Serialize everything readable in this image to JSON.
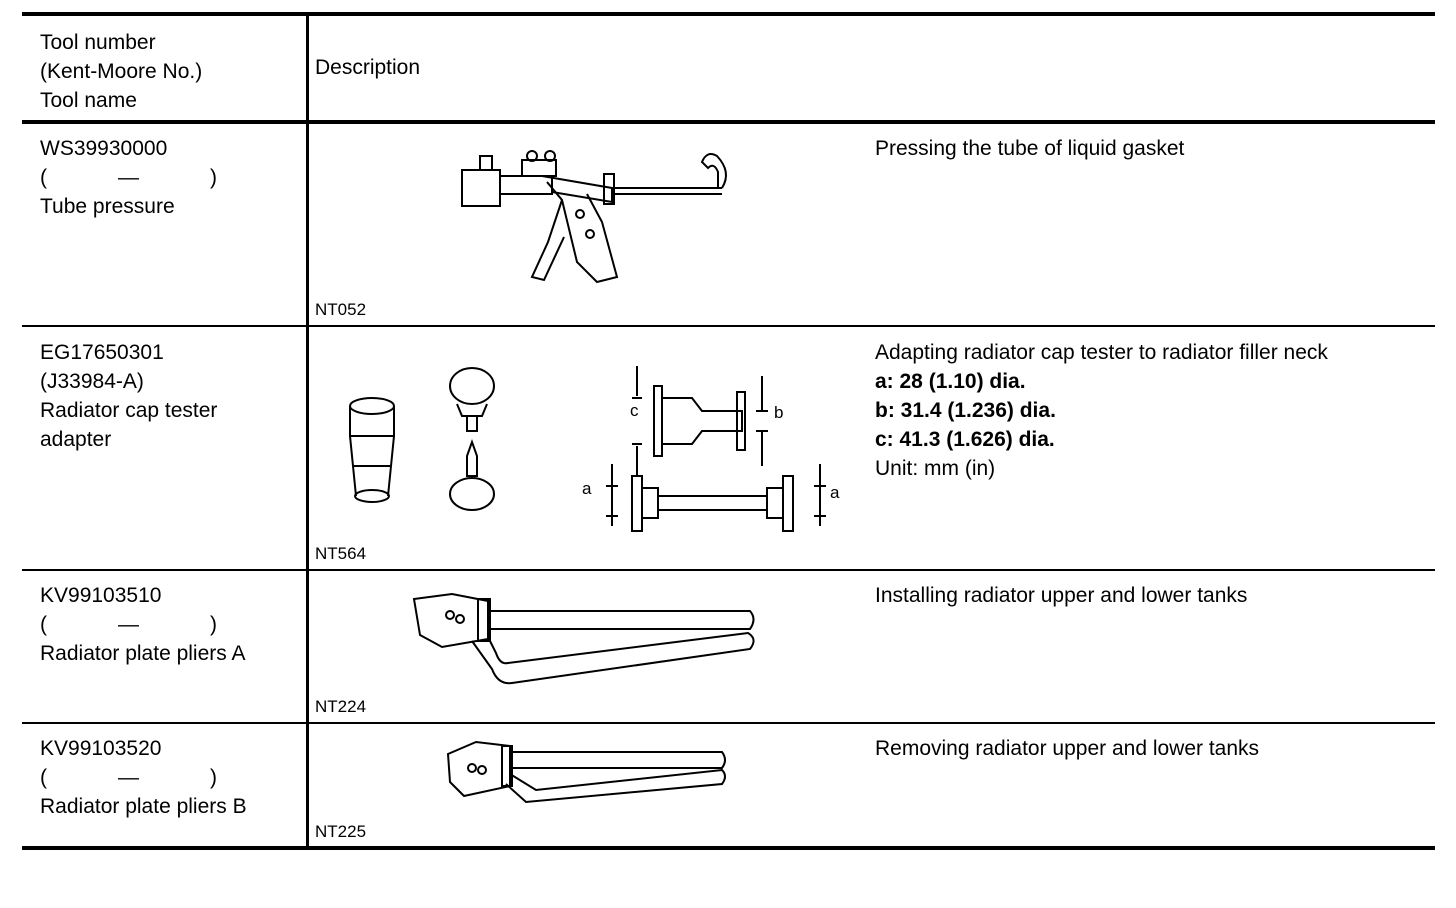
{
  "header": {
    "tool_col": [
      "Tool number",
      "(Kent-Moore No.)",
      "Tool name"
    ],
    "desc_col": "Description"
  },
  "rows": [
    {
      "tool_number": "WS39930000",
      "kent_moore": {
        "open": "(",
        "value": "—",
        "close": ")"
      },
      "tool_name": [
        "Tube pressure"
      ],
      "image_code": "NT052",
      "image_icon": "caulking-gun-icon",
      "description": [
        "Pressing the tube of liquid gasket"
      ]
    },
    {
      "tool_number": "EG17650301",
      "kent_moore_text": "(J33984-A)",
      "tool_name": [
        "Radiator cap tester",
        "adapter"
      ],
      "image_code": "NT564",
      "image_icon": "cap-tester-adapter-icon",
      "dimension_labels": {
        "a": "a",
        "b": "b",
        "c": "c"
      },
      "description": [
        "Adapting radiator cap tester to radiator filler neck"
      ],
      "dims": [
        "a: 28 (1.10) dia.",
        "b: 31.4 (1.236) dia.",
        "c: 41.3 (1.626) dia."
      ],
      "unit": "Unit: mm (in)"
    },
    {
      "tool_number": "KV99103510",
      "kent_moore": {
        "open": "(",
        "value": "—",
        "close": ")"
      },
      "tool_name": [
        "Radiator plate pliers A"
      ],
      "image_code": "NT224",
      "image_icon": "pliers-icon",
      "description": [
        "Installing radiator upper and lower tanks"
      ]
    },
    {
      "tool_number": "KV99103520",
      "kent_moore": {
        "open": "(",
        "value": "—",
        "close": ")"
      },
      "tool_name": [
        "Radiator plate pliers B"
      ],
      "image_code": "NT225",
      "image_icon": "pliers-icon",
      "description": [
        "Removing radiator upper and lower tanks"
      ]
    }
  ]
}
